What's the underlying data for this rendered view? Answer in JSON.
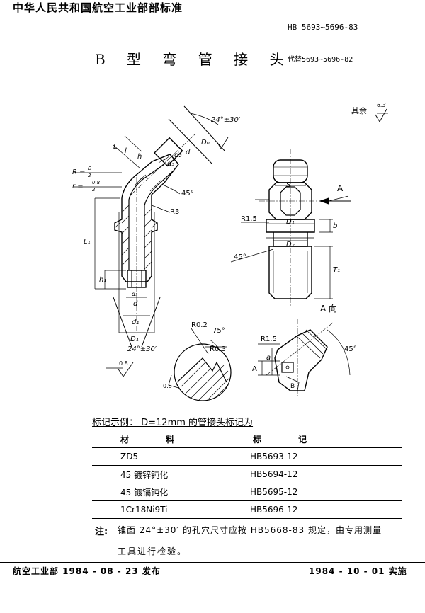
{
  "header": {
    "organization": "中华人民共和国航空工业部部标准",
    "standard_no": "HB 5693~5696-83",
    "title": "B 型 弯 管 接 头",
    "replaces": "代替5693~5696-82"
  },
  "drawing": {
    "roughness": "其余",
    "roughness_value": "6.3",
    "dims_left": {
      "angle_top": "24°±30′",
      "D0": "D₀",
      "L": "L",
      "l": "l",
      "h": "h",
      "d": "d",
      "d2": "d₂",
      "d3": "d₃",
      "R": "R =",
      "R_frac_num": "D",
      "R_frac_den": "2",
      "r": "r =",
      "r_frac_num": "0.8",
      "r_frac_den": "2",
      "angle_45": "45°",
      "R3": "R3",
      "L1": "L₁",
      "h1": "h₁",
      "d_bottom_3": "d₃",
      "d_bottom": "d",
      "d1": "d₁",
      "D1": "D₁",
      "angle_bottom": "24°±30′"
    },
    "dims_right": {
      "S": "S",
      "A": "A",
      "R15": "R1.5",
      "D1": "D₁",
      "b": "b",
      "D2": "D₂",
      "T1": "T₁",
      "angle_45": "45°"
    },
    "detail": {
      "R02": "R0.2",
      "angle_75": "75°",
      "R03": "R0.3",
      "surface_08": "0.8",
      "label_0_8": "0.8"
    },
    "view_a": {
      "title": "A 向",
      "R15": "R1.5",
      "a": "a",
      "A": "A",
      "B": "B",
      "angle_45": "45°"
    },
    "left_surface": "0.8"
  },
  "example": {
    "label": "标记示例： D=12mm 的管接头标记为"
  },
  "materials": {
    "headers": [
      "材 料",
      "标 记"
    ],
    "rows": [
      {
        "material": "ZD5",
        "mark": "HB5693-12"
      },
      {
        "material": "45 镀锌钝化",
        "mark": "HB5694-12"
      },
      {
        "material": "45 镀镉钝化",
        "mark": "HB5695-12"
      },
      {
        "material": "1Cr18Ni9Ti",
        "mark": "HB5696-12"
      }
    ]
  },
  "note": {
    "label": "注:",
    "line1": "锥面 24°±30′ 的孔穴尺寸应按 HB5668-83 规定，由专用测量",
    "line2": "工具进行检验。"
  },
  "footer": {
    "issued": "航空工业部 1984 - 08 - 23 发布",
    "effective": "1984 - 10 - 01 实施"
  }
}
